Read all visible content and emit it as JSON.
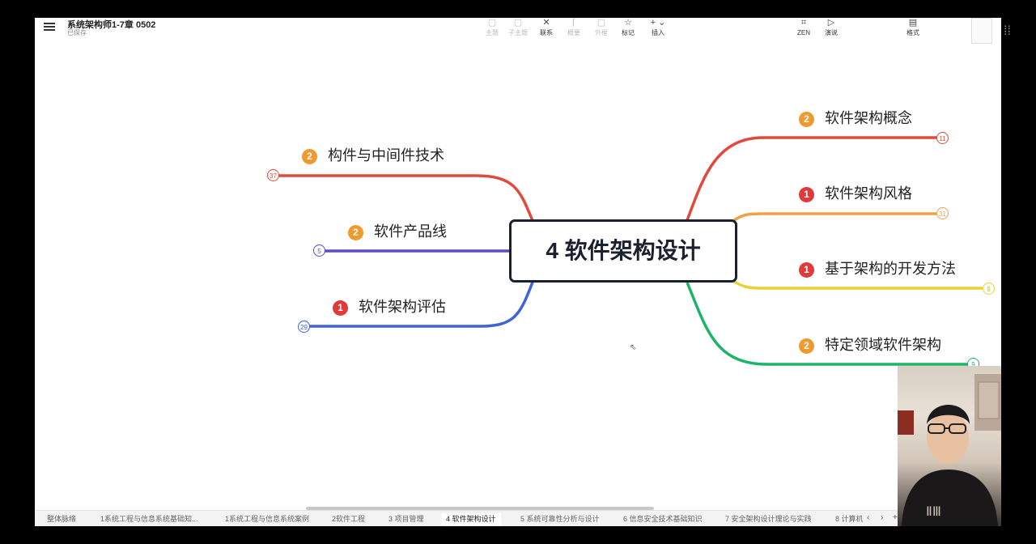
{
  "window": {
    "title": "系统架构师1-7章 0502",
    "status": "已保存"
  },
  "toolbar": {
    "tools": [
      {
        "key": "sub_topic",
        "label": "主题",
        "icon": "▢",
        "dim": true
      },
      {
        "key": "child_topic",
        "label": "子主题",
        "icon": "▢",
        "dim": true
      },
      {
        "key": "relation",
        "label": "联系",
        "icon": "✕",
        "dim": false
      },
      {
        "key": "summary",
        "label": "概要",
        "icon": "⌈",
        "dim": true
      },
      {
        "key": "outline",
        "label": "外框",
        "icon": "▢",
        "dim": true
      },
      {
        "key": "mark",
        "label": "标记",
        "icon": "☆",
        "dim": false
      },
      {
        "key": "insert",
        "label": "插入",
        "icon": "+ ⌄",
        "dim": false
      },
      {
        "key": "zen",
        "label": "ZEN",
        "icon": "⌗",
        "dim": false
      },
      {
        "key": "present",
        "label": "演说",
        "icon": "▷",
        "dim": false
      },
      {
        "key": "format",
        "label": "格式",
        "icon": "▤",
        "dim": false
      }
    ]
  },
  "mindmap": {
    "central": "4 软件架构设计",
    "branches": [
      {
        "label": "构件与中间件技术",
        "priority": "2",
        "count": "37",
        "color": "#e04a3c"
      },
      {
        "label": "软件产品线",
        "priority": "2",
        "count": "5",
        "color": "#5b4bc4"
      },
      {
        "label": "软件架构评估",
        "priority": "1",
        "count": "29",
        "color": "#3f63d8"
      },
      {
        "label": "软件架构概念",
        "priority": "2",
        "count": "11",
        "color": "#e04a3c"
      },
      {
        "label": "软件架构风格",
        "priority": "1",
        "count": "31",
        "color": "#f0a048"
      },
      {
        "label": "基于架构的开发方法",
        "priority": "1",
        "count": "9",
        "color": "#e8d23a"
      },
      {
        "label": "特定领域软件架构",
        "priority": "2",
        "count": "9",
        "color": "#1fb36a"
      }
    ],
    "priority_colors": {
      "1": "#e03a3a",
      "2": "#ef9a2e"
    }
  },
  "sheet_tabs": [
    {
      "label": "整体脉络",
      "active": false
    },
    {
      "label": "1系统工程与信息系统基础知...",
      "active": false
    },
    {
      "label": "1系统工程与信息系统案例",
      "active": false
    },
    {
      "label": "2软件工程",
      "active": false
    },
    {
      "label": "3 项目管理",
      "active": false
    },
    {
      "label": "4 软件架构设计",
      "active": true
    },
    {
      "label": "5 系统可靠性分析与设计",
      "active": false
    },
    {
      "label": "6 信息安全技术基础知识",
      "active": false
    },
    {
      "label": "7 安全架构设计理论与实践",
      "active": false
    },
    {
      "label": "8 计算机",
      "active": false
    }
  ],
  "nav": {
    "prev": "‹",
    "next": "›",
    "add": "+"
  }
}
